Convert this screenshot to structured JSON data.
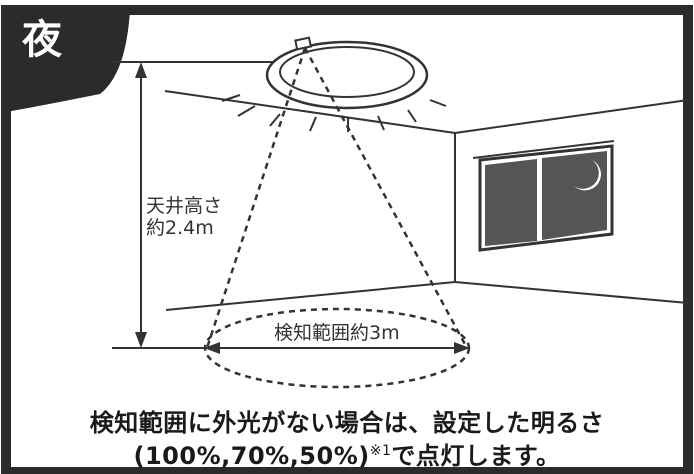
{
  "mode_tag": {
    "label": "夜",
    "color": "#2b2b2b"
  },
  "colors": {
    "border": "#2b2b2b",
    "line": "#333333",
    "window_glass": "#555555",
    "moon": "#ffffff"
  },
  "labels": {
    "ceiling_height_line1": "天井高さ",
    "ceiling_height_line2": "約2.4m",
    "detection_range": "検知範囲約3m"
  },
  "caption": {
    "line1": "検知範囲に外光がない場合は、設定した明るさ",
    "line2_prefix": "(100%,70%,50%)",
    "line2_note": "※1",
    "line2_suffix": "で点灯します。"
  },
  "icons": [
    "ceiling-light-icon",
    "moon-icon",
    "window-icon"
  ]
}
